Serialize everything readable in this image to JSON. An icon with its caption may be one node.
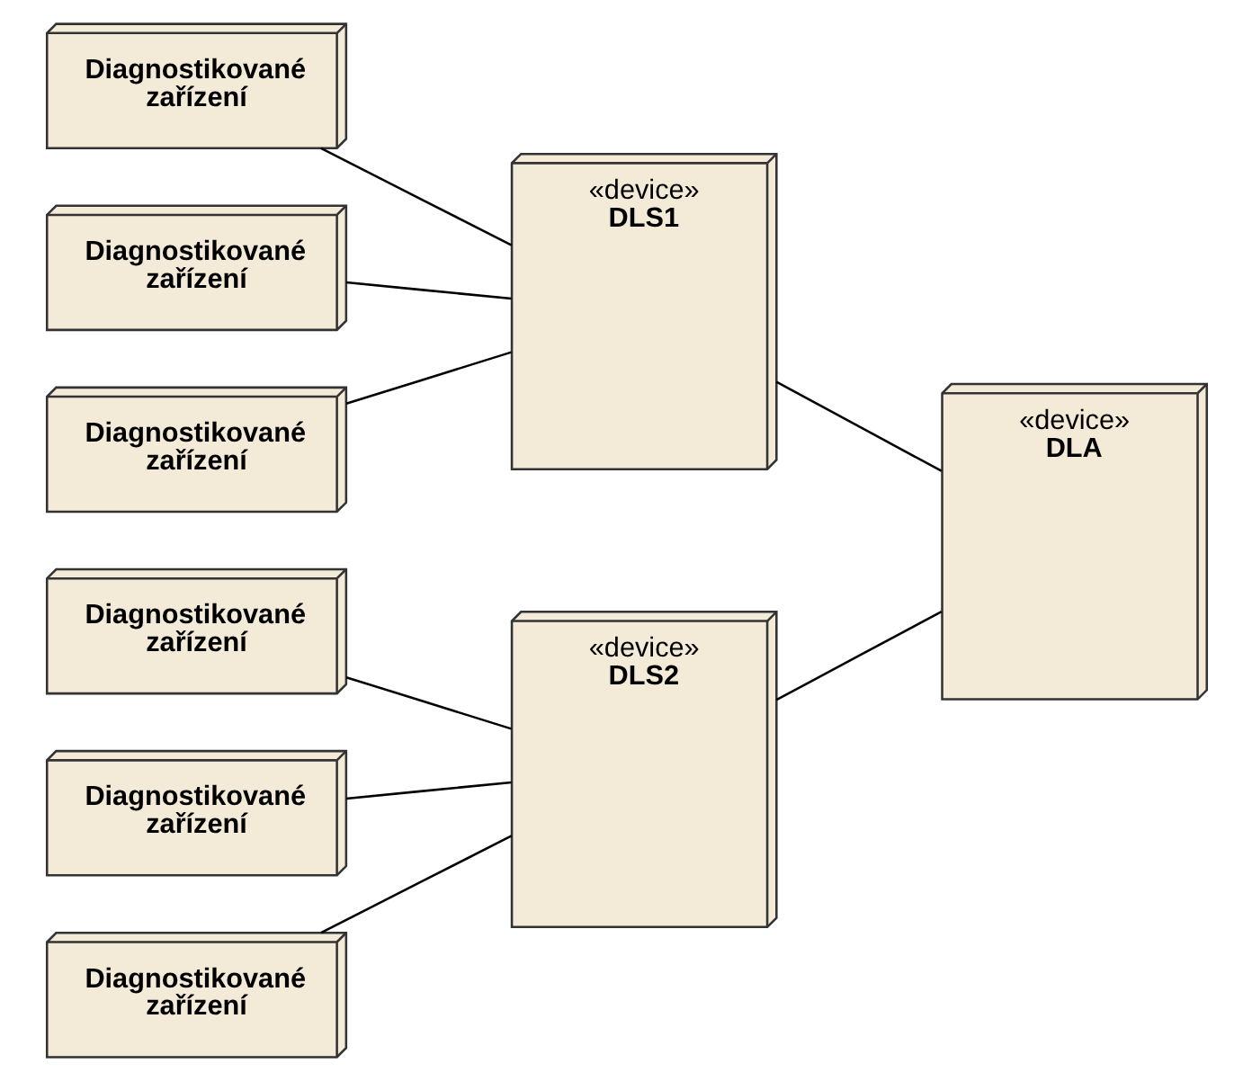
{
  "diagram": {
    "nodes": [
      {
        "text": [
          "Diagnostikované zařízení"
        ]
      },
      {
        "text": [
          "Diagnostikované zařízení"
        ]
      },
      {
        "text": [
          "Diagnostikované zařízení"
        ]
      },
      {
        "text": [
          "«device»",
          "DLS1"
        ]
      },
      {
        "text": [
          "Diagnostikované zařízení"
        ]
      },
      {
        "text": [
          "Diagnostikované zařízení"
        ]
      },
      {
        "text": [
          "Diagnostikované zařízení"
        ]
      },
      {
        "text": [
          "«device»",
          "DLS2"
        ]
      },
      {
        "text": [
          "«device»",
          "DLA"
        ]
      }
    ],
    "edges": [
      {
        "from": 0,
        "to": 3,
        "arrow": "none"
      },
      {
        "from": 1,
        "to": 3,
        "arrow": "none"
      },
      {
        "from": 2,
        "to": 3,
        "arrow": "none"
      },
      {
        "from": 4,
        "to": 7,
        "arrow": "none"
      },
      {
        "from": 5,
        "to": 7,
        "arrow": "none"
      },
      {
        "from": 6,
        "to": 7,
        "arrow": "none"
      },
      {
        "from": 3,
        "to": 8,
        "arrow": "none"
      },
      {
        "from": 7,
        "to": 8,
        "arrow": "none"
      }
    ]
  }
}
